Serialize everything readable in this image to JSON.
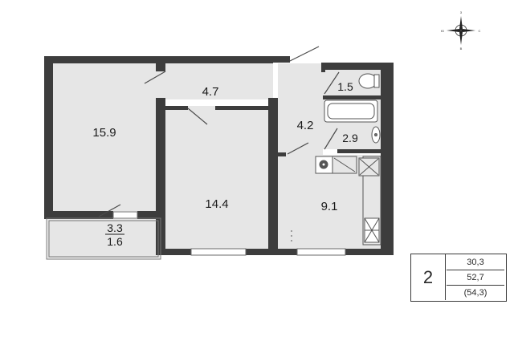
{
  "rooms": [
    {
      "id": "room-15-9",
      "area": "15.9"
    },
    {
      "id": "hall",
      "area": "4.7"
    },
    {
      "id": "room-14-4",
      "area": "14.4"
    },
    {
      "id": "corridor",
      "area": "4.2"
    },
    {
      "id": "wc",
      "area": "1.5"
    },
    {
      "id": "bathroom",
      "area": "2.9"
    },
    {
      "id": "kitchen",
      "area": "9.1"
    },
    {
      "id": "balcony",
      "area": "3.3",
      "reduced_area": "1.6"
    }
  ],
  "summary": {
    "rooms_count": "2",
    "living_area": "30,3",
    "total_area": "52,7",
    "total_area_with_balcony": "(54,3)"
  },
  "compass": {
    "north": "З",
    "south": "В",
    "west": "Ю",
    "east": "С"
  },
  "colors": {
    "wall": "#3d3d3d",
    "floor": "#e6e6e6",
    "line": "#4a4a4a"
  }
}
